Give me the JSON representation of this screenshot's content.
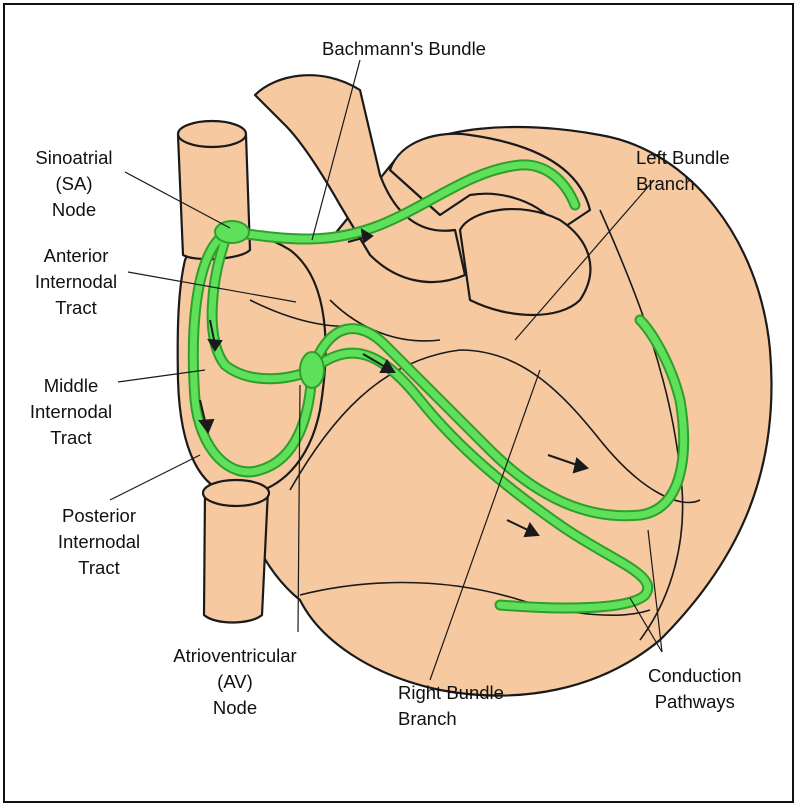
{
  "diagram": {
    "labels": {
      "bachmanns_bundle": [
        "Bachmann's Bundle"
      ],
      "sa_node": [
        "Sinoatrial",
        "(SA)",
        "Node"
      ],
      "anterior_tract": [
        "Anterior",
        "Internodal",
        "Tract"
      ],
      "middle_tract": [
        "Middle",
        "Internodal",
        "Tract"
      ],
      "posterior_tract": [
        "Posterior",
        "Internodal",
        "Tract"
      ],
      "av_node": [
        "Atrioventricular",
        "(AV)",
        "Node"
      ],
      "right_bundle": [
        "Right Bundle",
        "Branch"
      ],
      "left_bundle": [
        "Left Bundle",
        "Branch"
      ],
      "conduction": [
        "Conduction",
        "Pathways"
      ]
    },
    "colors": {
      "tissue": "#f6c9a0",
      "outline": "#1a1a1a",
      "pathway": "#5fe05a",
      "pathway_edge": "#2f9e2b"
    }
  }
}
